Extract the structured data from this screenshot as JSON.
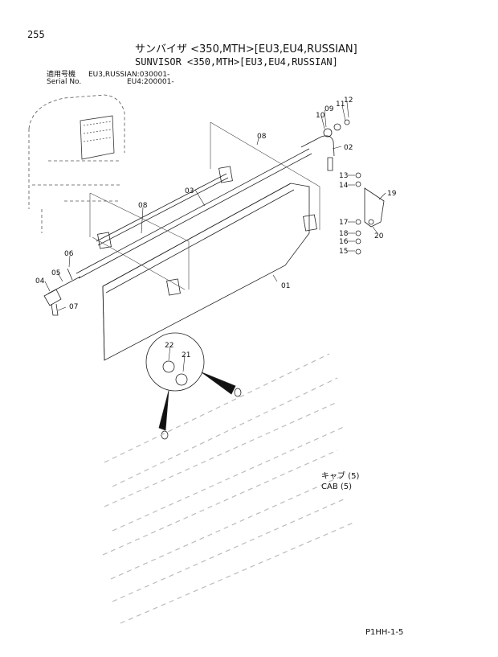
{
  "page_number": "255",
  "title_jp": "サンバイザ <350,MTH>[EU3,EU4,RUSSIAN]",
  "title_en": "SUNVISOR <350,MTH>[EU3,EU4,RUSSIAN]",
  "serial_rows": [
    {
      "label": "適用号機",
      "value": "EU3,RUSSIAN:030001-"
    },
    {
      "label": "Serial No.",
      "value": "EU4:200001-"
    }
  ],
  "callouts": [
    "01",
    "02",
    "03",
    "04",
    "05",
    "06",
    "07",
    "08",
    "08",
    "09",
    "10",
    "11",
    "12",
    "13",
    "14",
    "15",
    "16",
    "17",
    "18",
    "19",
    "20",
    "21",
    "22"
  ],
  "cab_jp": "キャブ (5)",
  "cab_en": "CAB (5)",
  "footer_code": "P1HH-1-5"
}
